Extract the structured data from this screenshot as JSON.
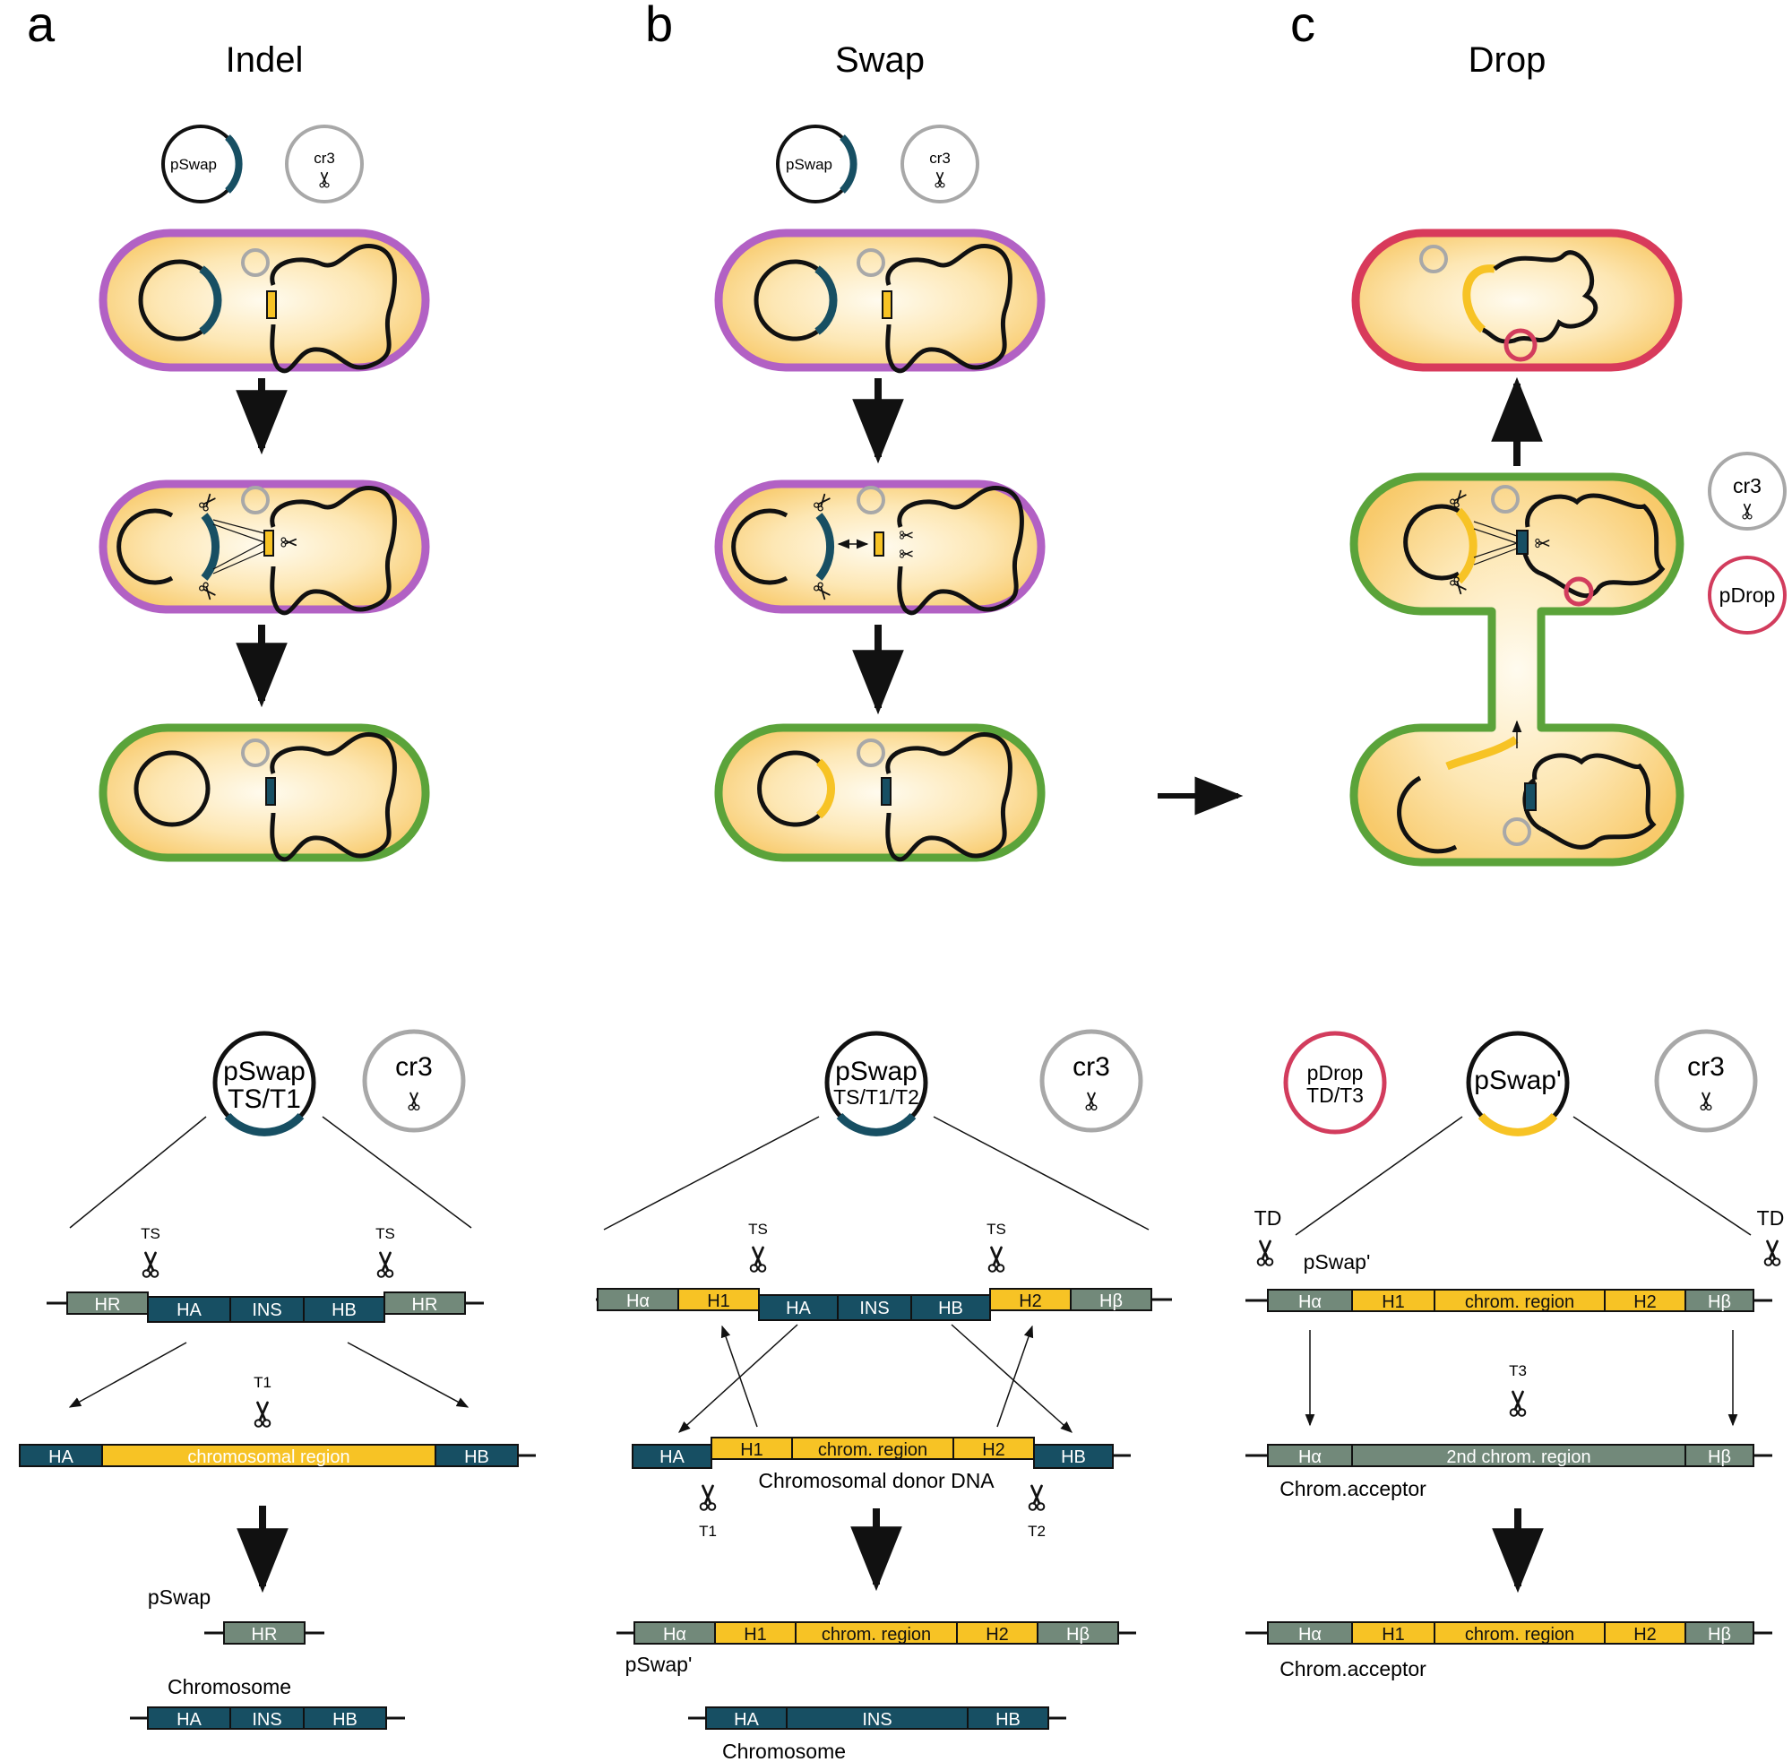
{
  "colors": {
    "cell_fill_center": "#fffbef",
    "cell_fill_edge": "#f8ca6b",
    "membrane_purple": "#b261c4",
    "membrane_green": "#5ba33a",
    "membrane_red": "#d83a5b",
    "teal": "#174f63",
    "yellow": "#f7c325",
    "grey_green": "#72897a",
    "grey_plasmid": "#a8a8a8",
    "pdrop_red": "#d23c5d"
  },
  "panels": {
    "a": {
      "letter": "a",
      "title": "Indel"
    },
    "b": {
      "letter": "b",
      "title": "Swap"
    },
    "c": {
      "letter": "c",
      "title": "Drop"
    }
  },
  "top": {
    "pswap": "pSwap",
    "cr3": "cr3",
    "pdrop": "pDrop"
  },
  "bottom": {
    "a": {
      "plasmid_name": "pSwap",
      "plasmid_sub": "TS/T1",
      "cr3": "cr3",
      "ts_left": "TS",
      "ts_right": "TS",
      "construct": [
        "HR",
        "HA",
        "INS",
        "HB",
        "HR"
      ],
      "t1": "T1",
      "chrom": [
        "HA",
        "chromosomal region",
        "HB"
      ],
      "result_pswap_label": "pSwap",
      "result_pswap": [
        "HR"
      ],
      "result_chrom_label": "Chromosome",
      "result_chrom": [
        "HA",
        "INS",
        "HB"
      ]
    },
    "b": {
      "plasmid_name": "pSwap",
      "plasmid_sub": "TS/T1/T2",
      "cr3": "cr3",
      "ts_left": "TS",
      "ts_right": "TS",
      "construct": [
        "Hα",
        "H1",
        "HA",
        "INS",
        "HB",
        "H2",
        "Hβ"
      ],
      "donor": [
        "HA",
        "H1",
        "chrom. region",
        "H2",
        "HB"
      ],
      "donor_label": "Chromosomal donor DNA",
      "t1": "T1",
      "t2": "T2",
      "result_pswap": [
        "Hα",
        "H1",
        "chrom. region",
        "H2",
        "Hβ"
      ],
      "result_pswap_label": "pSwap'",
      "result_chrom": [
        "HA",
        "INS",
        "HB"
      ],
      "result_chrom_label": "Chromosome"
    },
    "c": {
      "pdrop_name": "pDrop",
      "pdrop_sub": "TD/T3",
      "plasmid_name": "pSwap'",
      "cr3": "cr3",
      "td_left": "TD",
      "td_right": "TD",
      "pswap_label": "pSwap'",
      "construct": [
        "Hα",
        "H1",
        "chrom. region",
        "H2",
        "Hβ"
      ],
      "t3": "T3",
      "acceptor": [
        "Hα",
        "2nd chrom. region",
        "Hβ"
      ],
      "acceptor_label": "Chrom.acceptor",
      "result": [
        "Hα",
        "H1",
        "chrom. region",
        "H2",
        "Hβ"
      ],
      "result_label": "Chrom.acceptor"
    }
  }
}
